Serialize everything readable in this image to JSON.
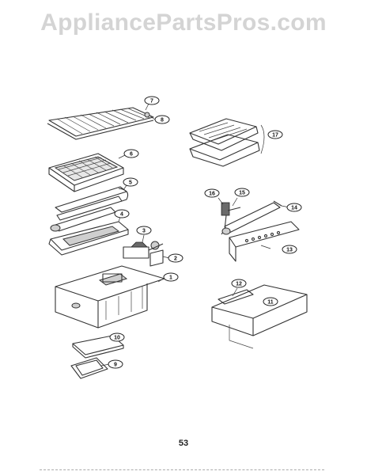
{
  "watermark": "AppliancePartsPros.com",
  "page_number": "53",
  "callouts": [
    {
      "id": "c7",
      "label": "7"
    },
    {
      "id": "c8",
      "label": "8"
    },
    {
      "id": "c6",
      "label": "6"
    },
    {
      "id": "c5",
      "label": "5"
    },
    {
      "id": "c4",
      "label": "4"
    },
    {
      "id": "c3",
      "label": "3"
    },
    {
      "id": "c2",
      "label": "2"
    },
    {
      "id": "c1",
      "label": "1"
    },
    {
      "id": "c10",
      "label": "10"
    },
    {
      "id": "c9",
      "label": "9"
    },
    {
      "id": "c17",
      "label": "17"
    },
    {
      "id": "c16",
      "label": "16"
    },
    {
      "id": "c15",
      "label": "15"
    },
    {
      "id": "c14",
      "label": "14"
    },
    {
      "id": "c13",
      "label": "13"
    },
    {
      "id": "c12",
      "label": "12"
    },
    {
      "id": "c11",
      "label": "11"
    }
  ]
}
